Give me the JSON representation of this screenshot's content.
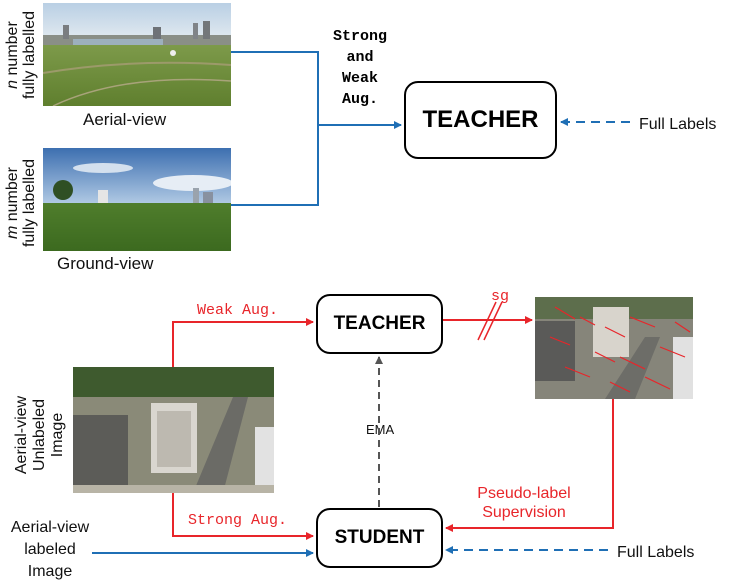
{
  "top": {
    "n_label_italic": "n",
    "n_label_rest": " number",
    "n_label_line2": "fully labelled",
    "m_label_italic": "m",
    "m_label_rest": " number",
    "m_label_line2": "fully labelled",
    "aerial_caption": "Aerial-view",
    "ground_caption": "Ground-view",
    "aug_lines": [
      "Strong",
      "and",
      "Weak",
      "Aug."
    ],
    "teacher": "TEACHER",
    "full_labels": "Full Labels"
  },
  "bottom": {
    "weak_aug": "Weak Aug.",
    "teacher": "TEACHER",
    "sg": "sg",
    "ema": "EMA",
    "unlabeled_lines": [
      "Aerial-view",
      "Unlabeled",
      "Image"
    ],
    "strong_aug": "Strong Aug.",
    "student": "STUDENT",
    "pseudo_label_lines": [
      "Pseudo-label",
      "Supervision"
    ],
    "labeled_lines": [
      "Aerial-view",
      "labeled",
      "Image"
    ],
    "full_labels": "Full Labels"
  },
  "colors": {
    "blue": "#1f6fb5",
    "red": "#e8252a",
    "gray": "#555555"
  }
}
